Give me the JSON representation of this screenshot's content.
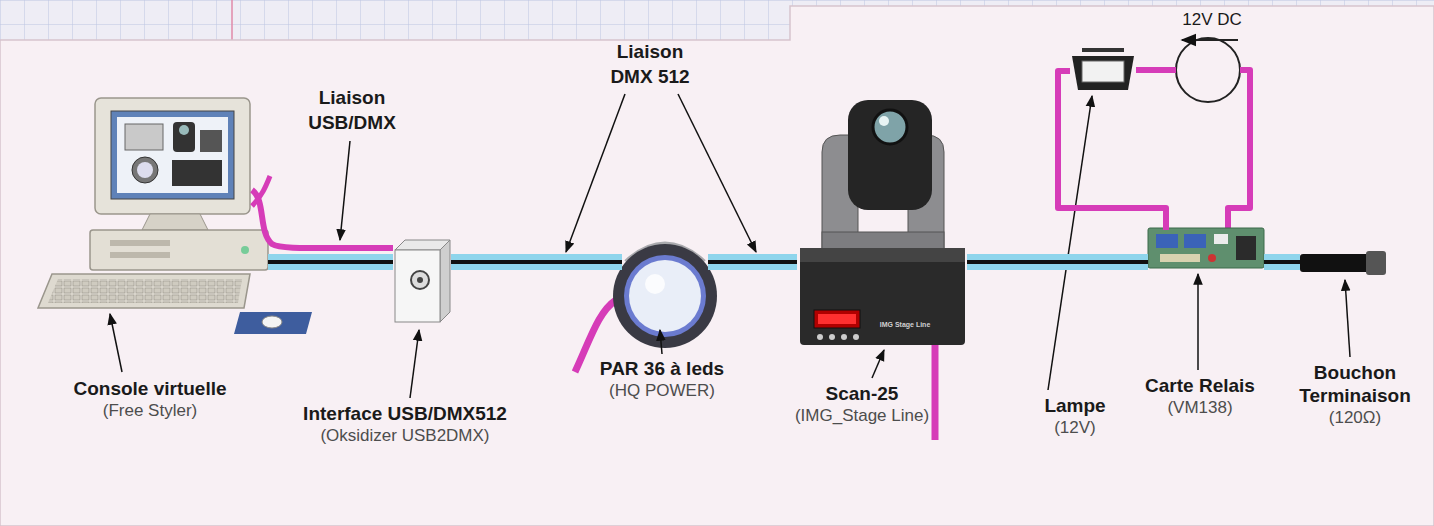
{
  "diagram": {
    "nodes": [
      {
        "text": [
          "Console virtuelle",
          "(Free Styler)"
        ]
      },
      {
        "text": [
          "Interface USB/DMX512",
          "(Oksidizer USB2DMX)"
        ]
      },
      {
        "text": [
          "PAR 36 à leds",
          "(HQ POWER)"
        ]
      },
      {
        "text": [
          "Scan-25",
          "(IMG_Stage Line)"
        ]
      },
      {
        "text": [
          "Lampe",
          "(12V)"
        ]
      },
      {
        "text": [
          "Carte Relais",
          "(VM138)"
        ]
      },
      {
        "text": [
          "Bouchon Terminaison",
          "(120Ω)"
        ]
      }
    ],
    "edges": [
      {
        "from": 0,
        "to": 1,
        "arrow": "none"
      },
      {
        "from": 1,
        "to": 2,
        "arrow": "none"
      },
      {
        "from": 2,
        "to": 3,
        "arrow": "none"
      },
      {
        "from": 3,
        "to": 5,
        "arrow": "none"
      },
      {
        "from": 5,
        "to": 6,
        "arrow": "none"
      },
      {
        "from": 4,
        "to": 5,
        "arrow": "none"
      }
    ],
    "labels": [
      "Liaison USB/DMX",
      "Liaison DMX 512",
      "12V DC",
      "IMG Stage Line"
    ]
  }
}
